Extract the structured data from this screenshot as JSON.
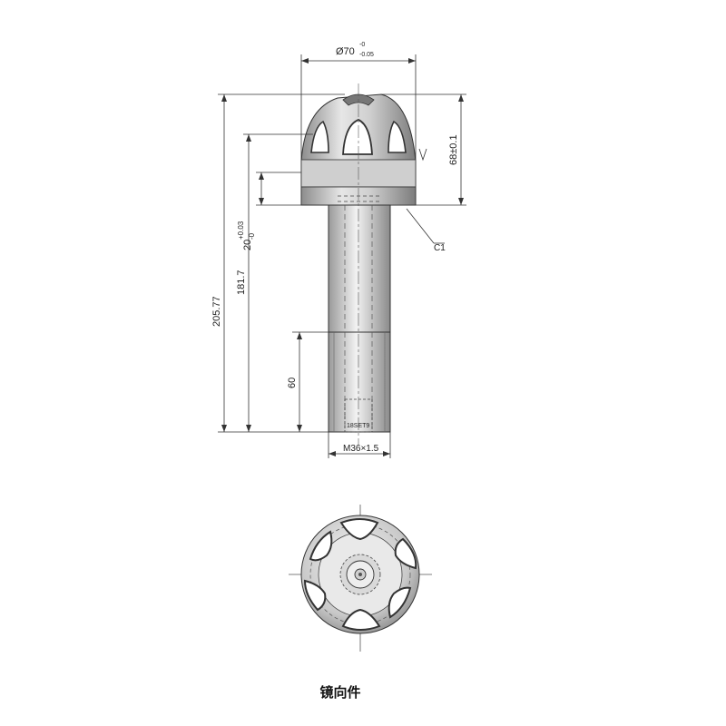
{
  "drawing": {
    "dimensions": {
      "head_diameter": "Ø70",
      "head_diameter_tol_upper": "-0",
      "head_diameter_tol_lower": "-0.05",
      "overall_length": "205.77",
      "length_to_head_top": "181.7",
      "head_height": "68±0.1",
      "shoulder_offset": "20",
      "shoulder_offset_tol": "+0.03",
      "shoulder_offset_tol_lower": "-0",
      "threaded_length": "60",
      "thread_spec": "M36×1.5",
      "chamfer": "C1",
      "bore_note": "18SET9"
    },
    "caption": "镜向件"
  }
}
